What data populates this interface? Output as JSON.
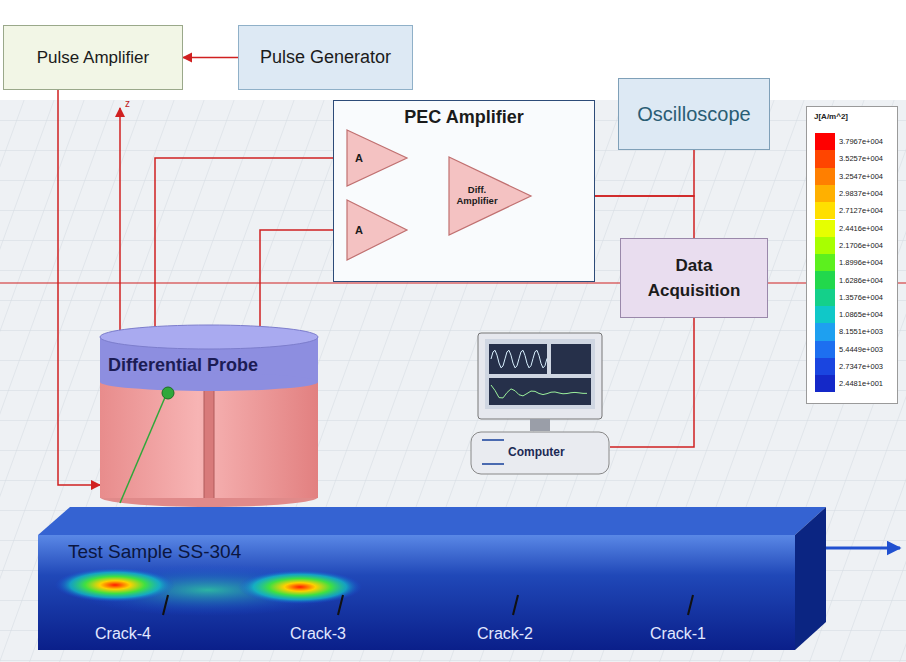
{
  "diagram": {
    "nodes": [
      {
        "text": [
          "Pulse Amplifier"
        ]
      },
      {
        "text": [
          "Pulse Generator"
        ]
      },
      {
        "text": [
          "PEC Amplifier"
        ]
      },
      {
        "text": [
          "A"
        ],
        "in": 2
      },
      {
        "text": [
          "A"
        ],
        "in": 2
      },
      {
        "text": [
          "Diff. Amplifier"
        ],
        "in": 2
      },
      {
        "text": [
          "Oscilloscope"
        ]
      },
      {
        "text": [
          "Data Acquisition"
        ]
      },
      {
        "text": [
          "Differential Probe"
        ]
      },
      {
        "text": [
          "Computer"
        ]
      },
      {
        "text": [
          "Test Sample SS-304"
        ]
      }
    ],
    "edges": [
      {
        "from": 1,
        "to": 0,
        "arrow": "to"
      },
      {
        "from": 0,
        "to": 8,
        "arrow": "to"
      },
      {
        "from": 8,
        "to": 3,
        "arrow": "none"
      },
      {
        "from": 8,
        "to": 4,
        "arrow": "none"
      },
      {
        "from": 3,
        "to": 5,
        "arrow": "none"
      },
      {
        "from": 4,
        "to": 5,
        "arrow": "none"
      },
      {
        "from": 5,
        "to": 6,
        "arrow": "none"
      },
      {
        "from": 5,
        "to": 7,
        "arrow": "none"
      },
      {
        "from": 7,
        "to": 9,
        "arrow": "none"
      }
    ],
    "labels": [
      "z",
      "Crack-4",
      "Crack-3",
      "Crack-2",
      "Crack-1",
      "J[A/m^2]"
    ],
    "legend": [
      {
        "text": "3.7967e+004",
        "color": "#ff0000"
      },
      {
        "text": "3.5257e+004",
        "color": "#ff4500"
      },
      {
        "text": "3.2547e+004",
        "color": "#ff7f00"
      },
      {
        "text": "2.9837e+004",
        "color": "#ffb000"
      },
      {
        "text": "2.7127e+004",
        "color": "#ffdf00"
      },
      {
        "text": "2.4416e+004",
        "color": "#e6ff00"
      },
      {
        "text": "2.1706e+004",
        "color": "#a8ff00"
      },
      {
        "text": "1.8996e+004",
        "color": "#5cf01e"
      },
      {
        "text": "1.6286e+004",
        "color": "#22d84c"
      },
      {
        "text": "1.3576e+004",
        "color": "#14d08a"
      },
      {
        "text": "1.0865e+004",
        "color": "#10c8c8"
      },
      {
        "text": "8.1551e+003",
        "color": "#1ea0f0"
      },
      {
        "text": "5.4449e+003",
        "color": "#1d6ff0"
      },
      {
        "text": "2.7347e+003",
        "color": "#1a45e0"
      },
      {
        "text": "2.4481e+001",
        "color": "#1428c8"
      }
    ]
  }
}
